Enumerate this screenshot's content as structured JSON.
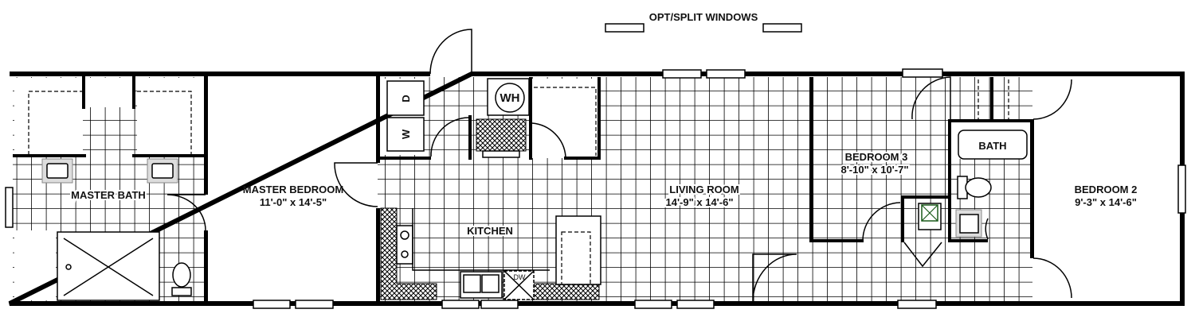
{
  "header": {
    "note": "OPT/SPLIT WINDOWS"
  },
  "rooms": {
    "master_bath": {
      "name": "MASTER BATH"
    },
    "master_bedroom": {
      "name": "MASTER BEDROOM",
      "size": "11'-0\" x 14'-5\""
    },
    "kitchen": {
      "name": "KITCHEN"
    },
    "living_room": {
      "name": "LIVING ROOM",
      "size": "14'-9\" x 14'-6\""
    },
    "bedroom3": {
      "name": "BEDROOM 3",
      "size": "8'-10\" x 10'-7\""
    },
    "bath": {
      "name": "BATH"
    },
    "bedroom2": {
      "name": "BEDROOM 2",
      "size": "9'-3\" x 14'-6\""
    }
  },
  "fixtures": {
    "dryer": "D",
    "washer": "W",
    "water_heater": "WH",
    "dishwasher": "DW"
  }
}
